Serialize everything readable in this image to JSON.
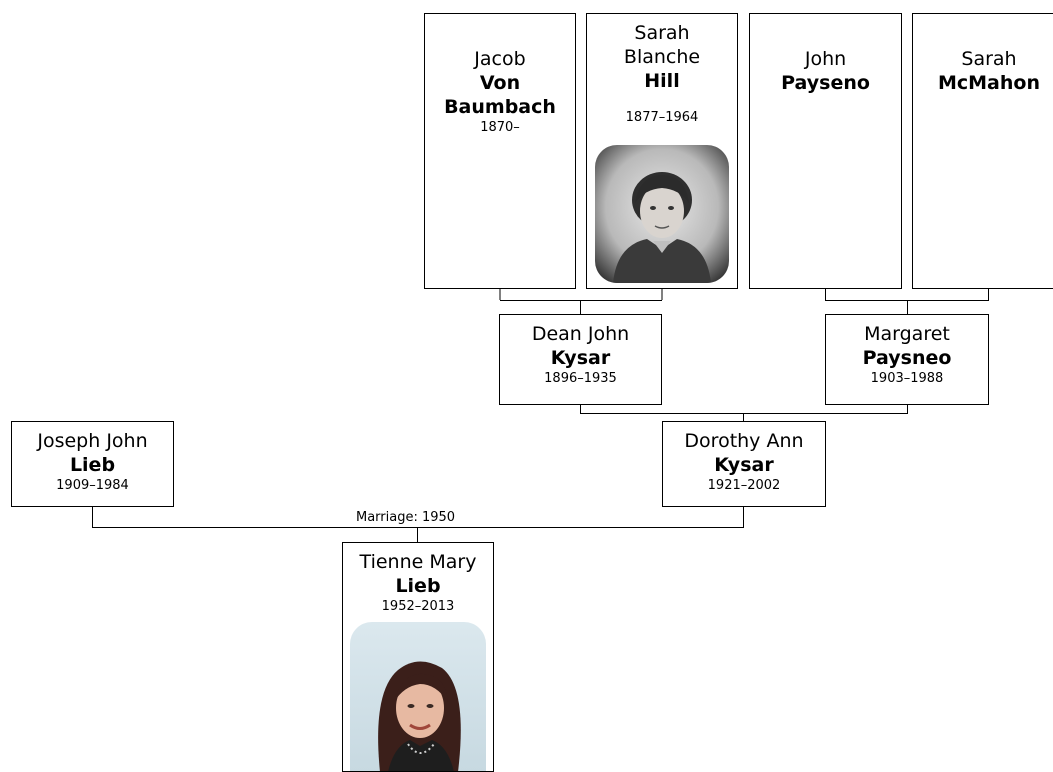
{
  "people": {
    "jacob": {
      "given": "Jacob",
      "surname": "Von Baumbach",
      "dates": "1870–"
    },
    "sarah_hill": {
      "given": "Sarah Blanche",
      "surname": "Hill",
      "dates": "1877–1964",
      "photo": "portrait-photo"
    },
    "john_payseno": {
      "given": "John",
      "surname": "Payseno",
      "dates": ""
    },
    "sarah_mcmahon": {
      "given": "Sarah",
      "surname": "McMahon",
      "dates": ""
    },
    "dean": {
      "given": "Dean John",
      "surname": "Kysar",
      "dates": "1896–1935"
    },
    "margaret": {
      "given": "Margaret",
      "surname": "Paysneo",
      "dates": "1903–1988"
    },
    "joseph": {
      "given": "Joseph John",
      "surname": "Lieb",
      "dates": "1909–1984"
    },
    "dorothy": {
      "given": "Dorothy Ann",
      "surname": "Kysar",
      "dates": "1921–2002"
    },
    "tienne": {
      "given": "Tienne Mary",
      "surname": "Lieb",
      "dates": "1952–2013",
      "photo": "portrait-photo"
    }
  },
  "marriage_label": "Marriage: 1950"
}
